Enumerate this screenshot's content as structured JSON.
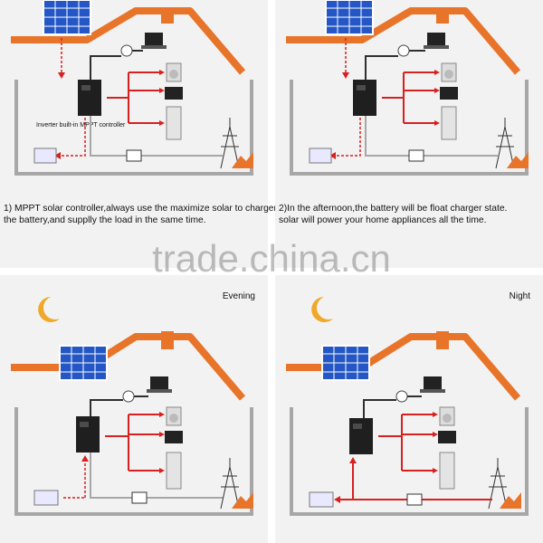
{
  "panels": [
    {
      "id": "p1",
      "sun": "sun-icon",
      "phase_label": "",
      "caption_lines": [
        "1) MPPT solar controller,always use the maximize solar to charger",
        "the battery,and supplly the load in the same time."
      ],
      "inverter_label": "Inverter built-in MPPT controller"
    },
    {
      "id": "p2",
      "sun": "sun-icon",
      "phase_label": "",
      "caption_lines": [
        "2)In the afternoon,the battery will be float charger state.",
        "solar will power your home appliances all the time."
      ],
      "inverter_label": ""
    },
    {
      "id": "p3",
      "sun": "moon-icon",
      "phase_label": "Evening",
      "caption_lines": [],
      "inverter_label": ""
    },
    {
      "id": "p4",
      "sun": "moon-icon",
      "phase_label": "Night",
      "caption_lines": [],
      "inverter_label": ""
    }
  ],
  "watermark": "trade.china.cn",
  "colors": {
    "roof": "#e8742a",
    "house": "#a7a7a7",
    "flow": "#d8201f",
    "cable": "#2f2f2f"
  }
}
